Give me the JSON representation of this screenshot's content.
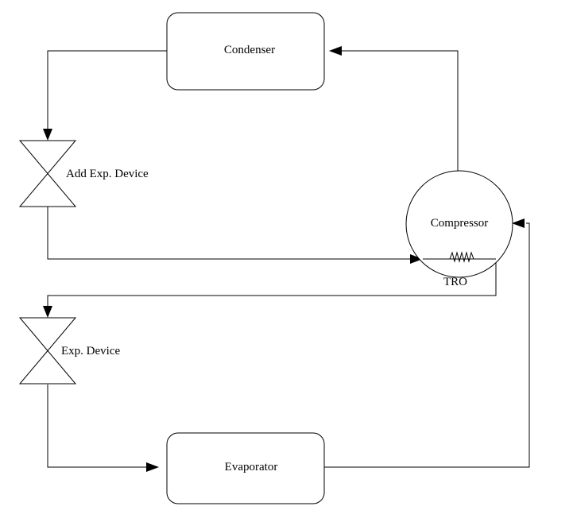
{
  "diagram": {
    "nodes": {
      "condenser": "Condenser",
      "add_exp_device": "Add Exp. Device",
      "compressor": "Compressor",
      "tro": "TRO",
      "exp_device": "Exp. Device",
      "evaporator": "Evaporator"
    },
    "colors": {
      "stroke": "#000000",
      "background": "#ffffff"
    }
  }
}
